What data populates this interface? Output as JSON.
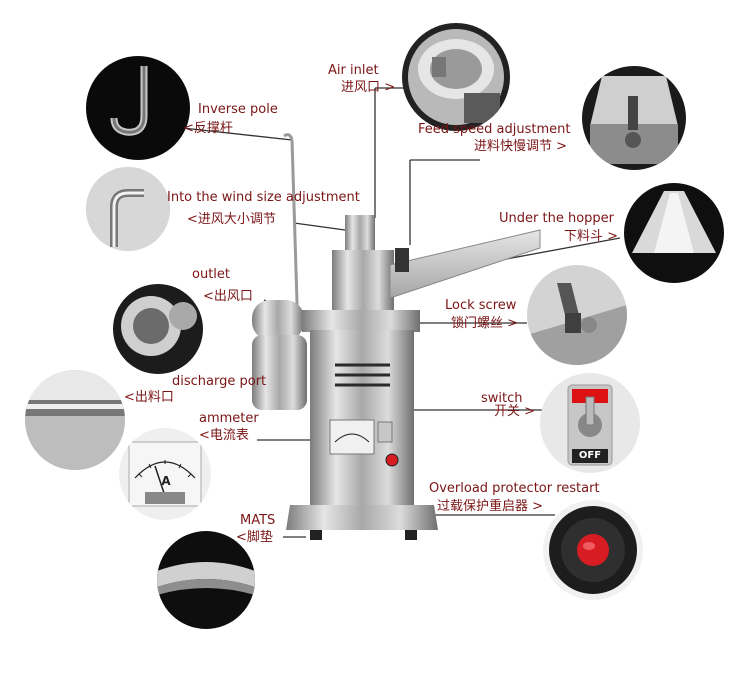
{
  "labels": {
    "inverse_pole": {
      "en": "Inverse pole",
      "zh": "<反撑杆"
    },
    "air_inlet": {
      "en": "Air inlet",
      "zh": "进风口 >"
    },
    "feed_speed": {
      "en": "Feed speed adjustment",
      "zh": "进料快慢调节 >"
    },
    "wind_size": {
      "en": "Into the wind size adjustment",
      "zh": "<进风大小调节"
    },
    "under_hopper": {
      "en": "Under the hopper",
      "zh": "下料斗 >"
    },
    "outlet": {
      "en": "outlet",
      "zh": "<出风口"
    },
    "lock_screw": {
      "en": "Lock screw",
      "zh": "锁门螺丝 >"
    },
    "discharge_port": {
      "en": "discharge port",
      "zh": "<出料口"
    },
    "switch": {
      "en": "switch",
      "zh": "开关 >"
    },
    "ammeter": {
      "en": "ammeter",
      "zh": "<电流表"
    },
    "overload": {
      "en": "Overload protector restart",
      "zh": "过载保护重启器 >"
    },
    "mats": {
      "en": "MATS",
      "zh": "<脚垫"
    }
  },
  "switch_text": "OFF",
  "ammeter_text": "A",
  "colors": {
    "label": "#7a1515",
    "line": "#333333",
    "dark_bg": "#111111",
    "button_red": "#d81c24"
  }
}
